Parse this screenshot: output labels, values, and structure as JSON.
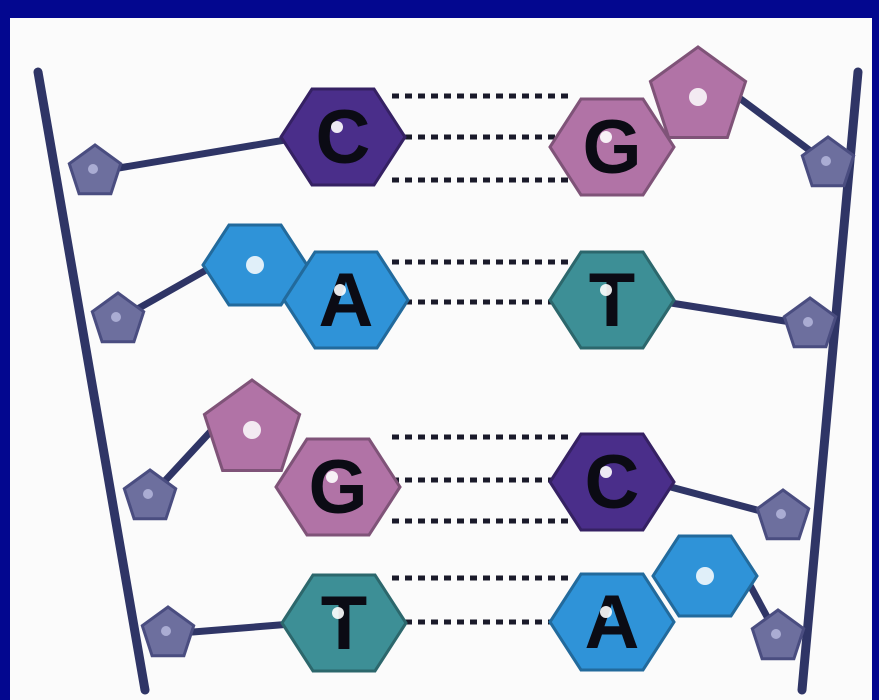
{
  "colors": {
    "background": "#03078f",
    "panel": "#fbfbfb",
    "backbone": "#2f3566",
    "sugar": "#6d6f9e",
    "sugar_dark": "#4a4d80",
    "hydrogen_bond": "#1a1a2a",
    "label": "#0b0b14",
    "base_C": "#4a2e8a",
    "base_G": "#b173a6",
    "base_A": "#2f93d8",
    "base_T": "#3d8f96",
    "highlight": "#ffffff"
  },
  "base_pairs": [
    {
      "left": "C",
      "right": "G",
      "bonds": 3
    },
    {
      "left": "A",
      "right": "T",
      "bonds": 2
    },
    {
      "left": "G",
      "right": "C",
      "bonds": 3
    },
    {
      "left": "T",
      "right": "A",
      "bonds": 2
    }
  ]
}
